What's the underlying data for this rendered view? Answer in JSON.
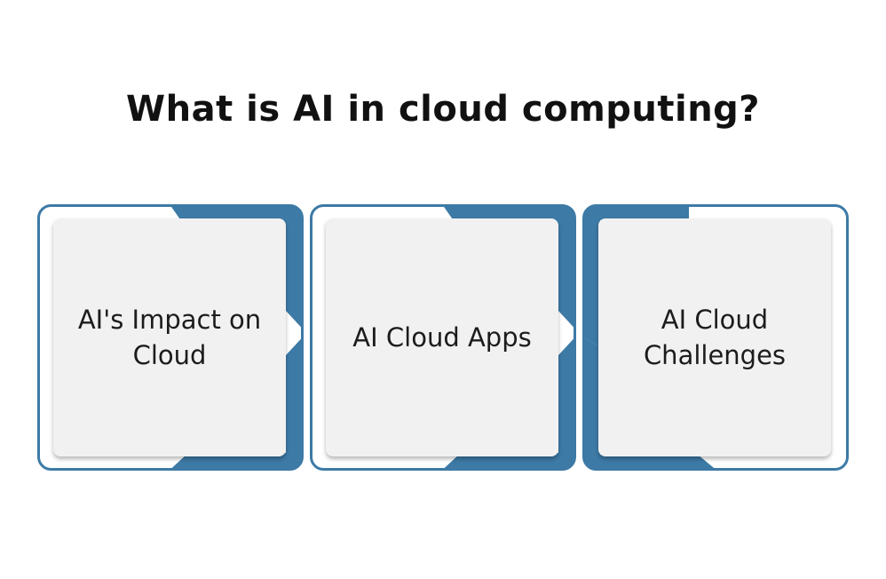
{
  "title": "What is AI in cloud computing?",
  "colors": {
    "frame": "#3d7aa6",
    "panel": "#f1f1f1",
    "text": "#1c1c1c"
  },
  "cards": [
    {
      "label": "AI's Impact on Cloud"
    },
    {
      "label": "AI Cloud Apps"
    },
    {
      "label": "AI Cloud Challenges"
    }
  ]
}
